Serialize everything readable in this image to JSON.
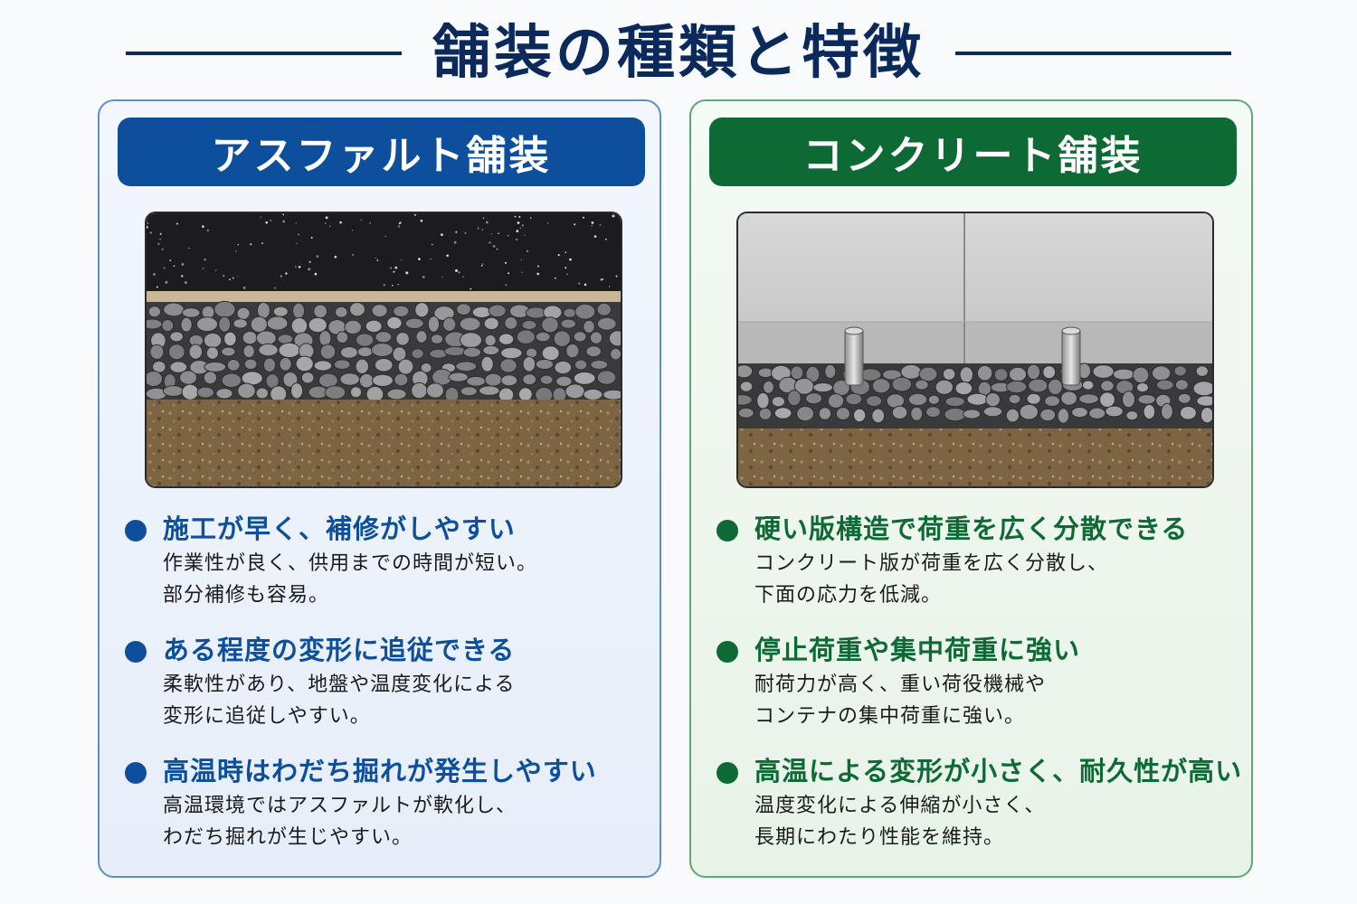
{
  "title": "舗装の種類と特徴",
  "colors": {
    "title": "#0b2a5b",
    "asphalt_accent": "#0d4f9c",
    "concrete_accent": "#0e6a35"
  },
  "panels": [
    {
      "header": "アスファルト舗装",
      "features": [
        {
          "title": "施工が早く、補修がしやすい",
          "lines": [
            "作業性が良く、供用までの時間が短い。",
            "部分補修も容易。"
          ]
        },
        {
          "title": "ある程度の変形に追従できる",
          "lines": [
            "柔軟性があり、地盤や温度変化による",
            "変形に追従しやすい。"
          ]
        },
        {
          "title": "高温時はわだち掘れが発生しやすい",
          "lines": [
            "高温環境ではアスファルトが軟化し、",
            "わだち掘れが生じやすい。"
          ]
        }
      ]
    },
    {
      "header": "コンクリート舗装",
      "features": [
        {
          "title": "硬い版構造で荷重を広く分散できる",
          "lines": [
            "コンクリート版が荷重を広く分散し、",
            "下面の応力を低減。"
          ]
        },
        {
          "title": "停止荷重や集中荷重に強い",
          "lines": [
            "耐荷力が高く、重い荷役機械や",
            "コンテナの集中荷重に強い。"
          ]
        },
        {
          "title": "高温による変形が小さく、耐久性が高い",
          "lines": [
            "温度変化による伸縮が小さく、",
            "長期にわたり性能を維持。"
          ]
        }
      ]
    }
  ]
}
